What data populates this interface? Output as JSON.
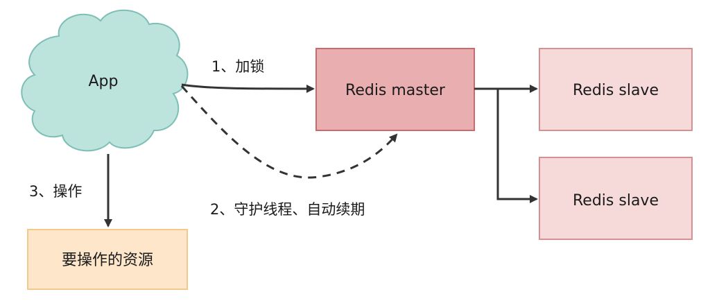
{
  "nodes": {
    "app": {
      "label": "App",
      "color": "#bde3dd",
      "stroke": "#7dbfb5"
    },
    "master": {
      "label": "Redis master",
      "color": "#e8aeb0",
      "stroke": "#c9696d"
    },
    "slave1": {
      "label": "Redis slave",
      "color": "#f6d9d9",
      "stroke": "#d88f91"
    },
    "slave2": {
      "label": "Redis slave",
      "color": "#f6d9d9",
      "stroke": "#d88f91"
    },
    "resource": {
      "label": "要操作的资源",
      "color": "#fde6c9",
      "stroke": "#f0c98b"
    }
  },
  "edges": {
    "lock": {
      "label": "1、加锁"
    },
    "renew": {
      "label": "2、守护线程、自动续期"
    },
    "operate": {
      "label": "3、操作"
    }
  }
}
